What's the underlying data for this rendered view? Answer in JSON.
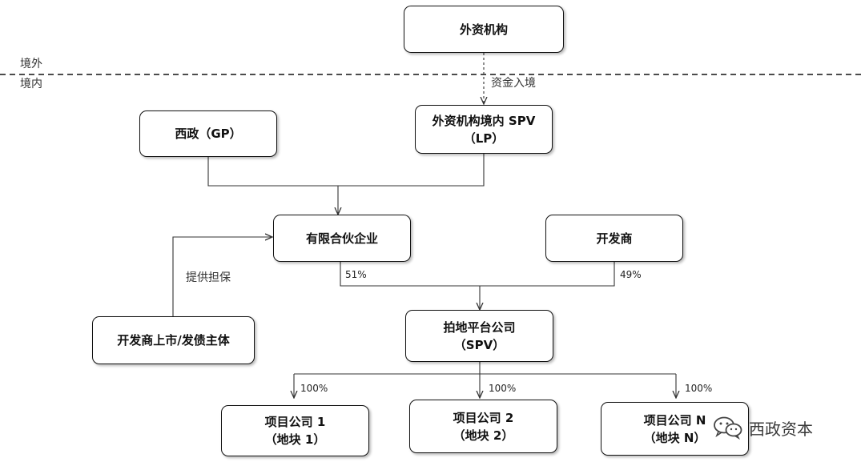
{
  "zones": {
    "outside": "境外",
    "inside": "境内"
  },
  "nodes": {
    "foreign_institution": {
      "line1": "外资机构"
    },
    "foreign_spv": {
      "line1": "外资机构境内 SPV",
      "line2": "（LP）"
    },
    "xizheng_gp": {
      "line1": "西政（GP）"
    },
    "limited_partnership": {
      "line1": "有限合伙企业"
    },
    "developer": {
      "line1": "开发商"
    },
    "developer_listed": {
      "line1": "开发商上市/发债主体"
    },
    "land_platform": {
      "line1": "拍地平台公司",
      "line2": "（SPV）"
    },
    "project_1": {
      "line1": "项目公司 1",
      "line2": "（地块 1）"
    },
    "project_2": {
      "line1": "项目公司 2",
      "line2": "（地块 2）"
    },
    "project_n": {
      "line1": "项目公司 N",
      "line2": "（地块 N）"
    }
  },
  "edge_labels": {
    "capital_inflow": "资金入境",
    "guarantee": "提供担保",
    "lp_share": "51%",
    "developer_share": "49%",
    "project_1_share": "100%",
    "project_2_share": "100%",
    "project_n_share": "100%"
  },
  "watermark": {
    "text": "西政资本",
    "icon": "wechat-icon"
  }
}
